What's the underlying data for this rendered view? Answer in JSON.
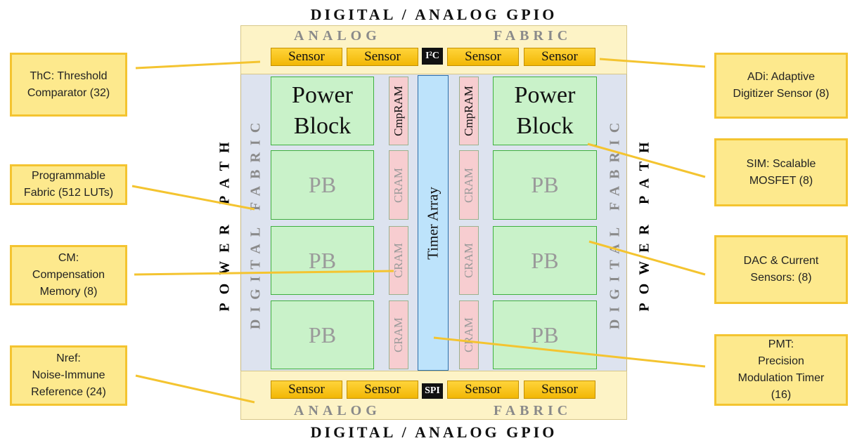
{
  "gpio": {
    "top": "DIGITAL / ANALOG GPIO",
    "bottom": "DIGITAL / ANALOG GPIO"
  },
  "analog_fabric": {
    "analog": "ANALOG",
    "fabric": "FABRIC"
  },
  "sensors": {
    "label": "Sensor",
    "i2c": "I²C",
    "spi": "SPI"
  },
  "digital_fabric": "DIGITAL   FABRIC",
  "power_path": "POWER PATH",
  "blocks": {
    "power_block_line1": "Power",
    "power_block_line2": "Block",
    "pb": "PB",
    "cmpram": "CmpRAM",
    "cram": "CRAM",
    "timer_array": "Timer Array"
  },
  "callouts": {
    "thc": [
      "ThC: Threshold",
      "Comparator (32)"
    ],
    "prog_fabric": [
      "Programmable",
      "Fabric (512 LUTs)"
    ],
    "cm": [
      "CM:",
      "Compensation",
      "Memory (8)"
    ],
    "nref": [
      "Nref:",
      "Noise-Immune",
      "Reference (24)"
    ],
    "adi": [
      "ADi: Adaptive",
      "Digitizer Sensor (8)"
    ],
    "sim": [
      "SIM: Scalable",
      "MOSFET (8)"
    ],
    "dac": [
      "DAC & Current",
      "Sensors: (8)"
    ],
    "pmt": [
      "PMT:",
      "Precision",
      "Modulation Timer",
      "(16)"
    ]
  },
  "colors": {
    "callout_fill": "#fde98d",
    "callout_border": "#f4c430",
    "leader_line": "#f4c430",
    "block_green": "#c9f2c9",
    "cram_pink": "#f7cdd0",
    "timer_blue": "#bde3fb",
    "sensor_yellow": "#f2b705"
  }
}
